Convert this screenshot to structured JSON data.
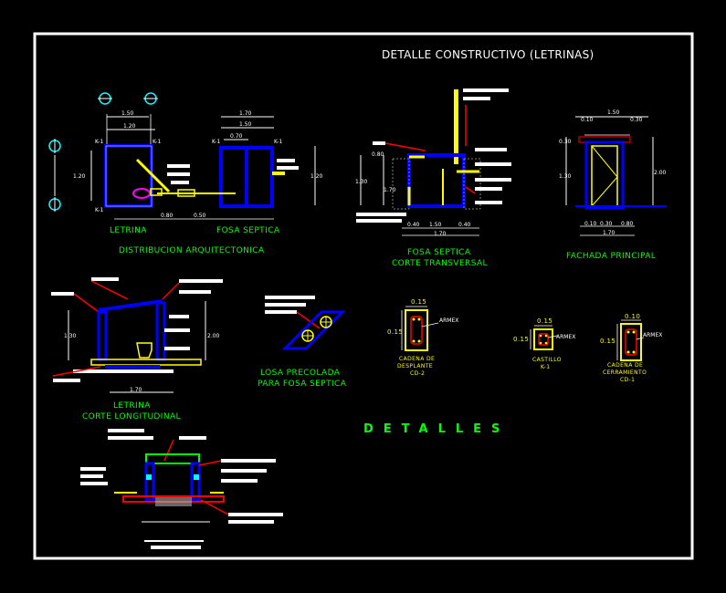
{
  "title": "DETALLE CONSTRUCTIVO (LETRINAS)",
  "captions": {
    "letrina": "LETRINA",
    "fosa_septica": "FOSA SEPTICA",
    "distribucion": "DISTRIBUCION ARQUITECTONICA",
    "fosa_corte_1": "FOSA SEPTICA",
    "fosa_corte_2": "CORTE TRANSVERSAL",
    "fachada": "FACHADA PRINCIPAL",
    "letrina_corte_1": "LETRINA",
    "letrina_corte_2": "CORTE LONGITUDINAL",
    "losa_1": "LOSA PRECOLADA",
    "losa_2": "PARA FOSA SEPTICA",
    "detalles": "DETALLES"
  },
  "details": [
    {
      "top": "0.15",
      "side": "0.15",
      "tag": "ARMEX",
      "name1": "CADENA DE",
      "name2": "DESPLANTE",
      "code": "CD-2"
    },
    {
      "top": "0.15",
      "side": "0.15",
      "tag": "ARMEX",
      "name1": "CASTILLO",
      "name2": "",
      "code": "K-1"
    },
    {
      "top": "0.10",
      "side": "0.15",
      "tag": "ARMEX",
      "name1": "CADENA DE",
      "name2": "CERRAMIENTO",
      "code": "CD-1"
    }
  ],
  "dims": {
    "d150": "1.50",
    "d120": "1.20",
    "d170": "1.70",
    "d070": "0.70",
    "d200": "2.00",
    "d130": "1.30",
    "d010": "0.10",
    "d030": "0.30",
    "d080": "0.80",
    "d040": "0.40",
    "d050": "0.50",
    "k1": "K-1"
  },
  "colors": {
    "background": "#000000",
    "frame": "#ffffff",
    "walls": "#0000ff",
    "captions": "#00ff00",
    "annotations": "#ff0000",
    "accents": "#ffff00",
    "fixture": "#ff00ff",
    "hatch": "#00ffff"
  }
}
